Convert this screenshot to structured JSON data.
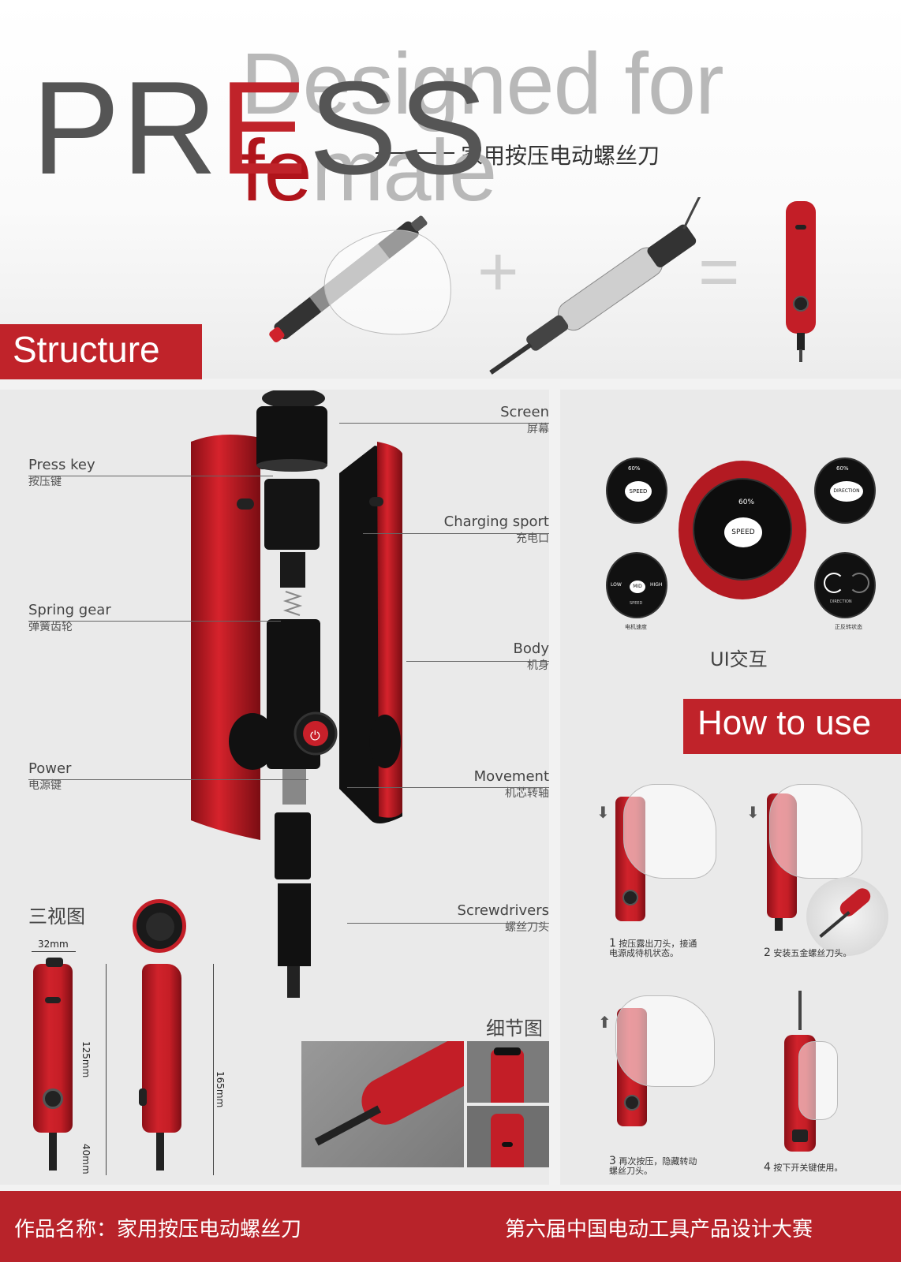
{
  "header": {
    "brand_prefix": "PR",
    "brand_e": "E",
    "brand_suffix": "SS",
    "tagline_prefix": "Designed for ",
    "tagline_fe": "fe",
    "tagline_suffix": "male",
    "subtitle": "家用按压电动螺丝刀",
    "plus": "+",
    "equals": "="
  },
  "structure": {
    "banner": "Structure",
    "labels": [
      {
        "en": "Press key",
        "cn": "按压键"
      },
      {
        "en": "Spring gear",
        "cn": "弹簧齿轮"
      },
      {
        "en": "Power",
        "cn": "电源键"
      },
      {
        "en": "Screen",
        "cn": "屏幕"
      },
      {
        "en": "Charging sport",
        "cn": "充电口"
      },
      {
        "en": "Body",
        "cn": "机身"
      },
      {
        "en": "Movement",
        "cn": "机芯转轴"
      },
      {
        "en": "Screwdrivers",
        "cn": "螺丝刀头"
      }
    ]
  },
  "three_view": {
    "title": "三视图",
    "width_dim": "32mm",
    "body_dim": "125mm",
    "bit_dim": "40mm",
    "total_dim": "165mm"
  },
  "detail": {
    "title": "细节图"
  },
  "ui": {
    "title": "UI交互",
    "battery": "60%",
    "speed": "SPEED",
    "direction": "DIRECTION",
    "low": "LOW",
    "mid": "MID",
    "high": "HIGH",
    "cap_speed": "电机速度",
    "cap_direction": "正反转状态"
  },
  "how_to_use": {
    "banner": "How to use",
    "steps": [
      {
        "num": "1",
        "text": "按压露出刀头，接通电源成待机状态。"
      },
      {
        "num": "2",
        "text": "安装五金螺丝刀头。"
      },
      {
        "num": "3",
        "text": "再次按压，隐藏转动螺丝刀头。"
      },
      {
        "num": "4",
        "text": "按下开关键使用。"
      }
    ]
  },
  "footer": {
    "left": "作品名称：家用按压电动螺丝刀",
    "right": "第六届中国电动工具产品设计大赛"
  },
  "colors": {
    "brand_red": "#c0232a",
    "dark_gray": "#555555"
  }
}
